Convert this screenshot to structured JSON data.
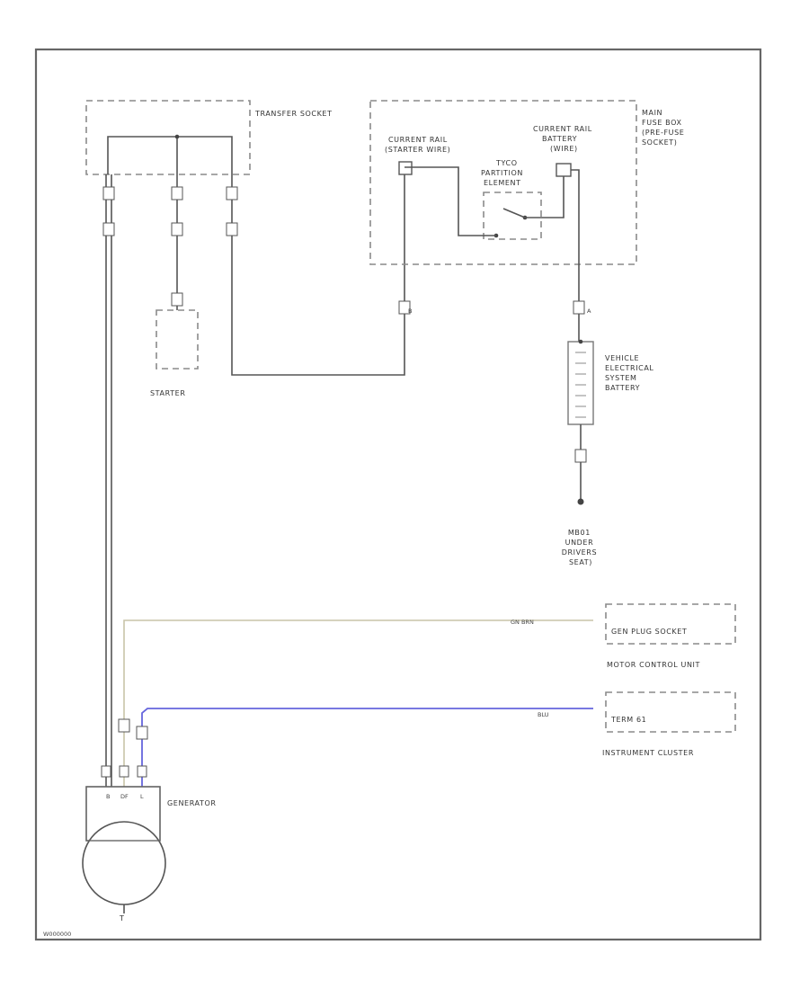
{
  "colors": {
    "wire": "#555555",
    "wire_gn_brn": "#c8c4a8",
    "wire_blu": "#6666dd",
    "dashed_box": "#8a8a8a",
    "frame": "#666666"
  },
  "components": {
    "transfer_socket": "TRANSFER SOCKET",
    "main_fuse_box": "MAIN FUSE BOX (PRE-FUSE SOCKET)",
    "rail_starter": "CURRENT RAIL (STARTER WIRE)",
    "partition_element": "TYCO PARTITION ELEMENT",
    "rail_battery": "CURRENT RAIL BATTERY (WIRE)",
    "starter": "STARTER",
    "battery": "VEHICLE ELECTRICAL SYSTEM BATTERY",
    "ground": "MB01 UNDER DRIVERS SEAT)",
    "motor_control_unit": "MOTOR CONTROL UNIT",
    "gen_plug_socket": "GEN PLUG SOCKET",
    "instrument_cluster": "INSTRUMENT CLUSTER",
    "term_61": "TERM 61",
    "generator": "GENERATOR",
    "figure_id": "W000000"
  },
  "wire_labels": {
    "gn_brn": "GN BRN",
    "blu": "BLU",
    "pin_a": "A",
    "pin_b": "B"
  },
  "generator_terminals": [
    "B",
    "DF",
    "L"
  ]
}
